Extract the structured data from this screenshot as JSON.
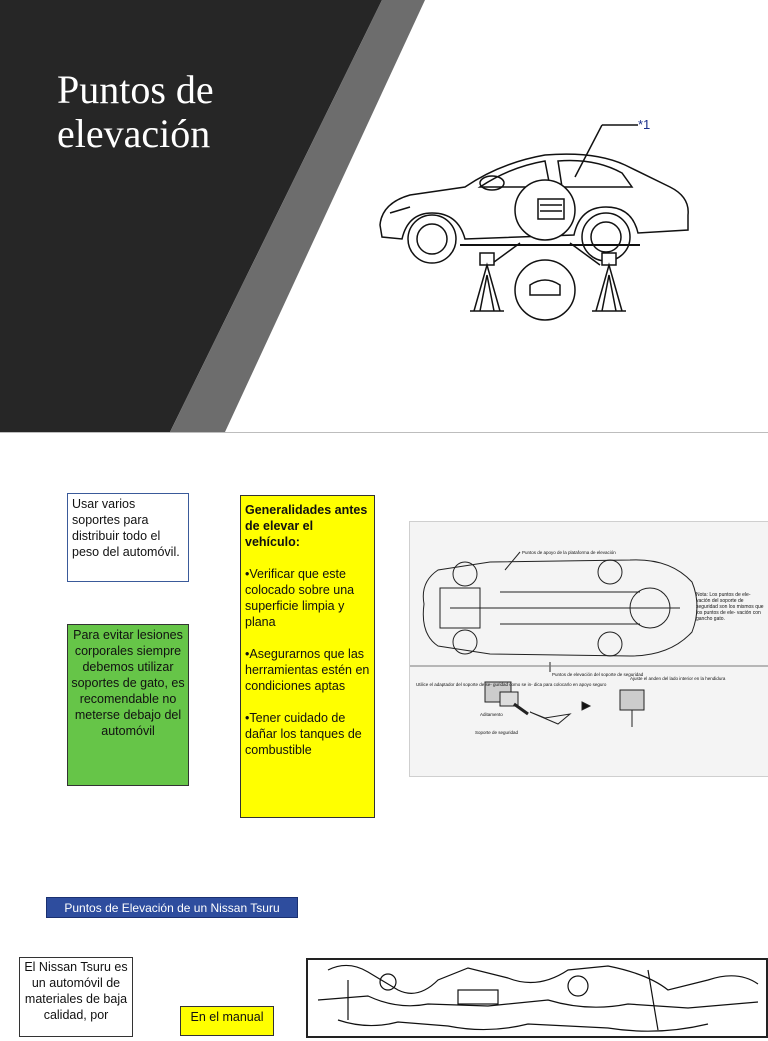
{
  "slide1": {
    "title_line1": "Puntos de",
    "title_line2": "elevación",
    "callout": "*1",
    "colors": {
      "dark": "#262626",
      "stripe": "#6d6d6d"
    }
  },
  "notes": {
    "supports": "Usar varios soportes para distribuir todo el peso del automóvil.",
    "safety": "Para evitar lesiones corporales siempre debemos utilizar soportes de gato, es recomendable no meterse debajo del automóvil",
    "general_title": "Generalidades antes de elevar el vehículo:",
    "general_items": [
      "•Verificar que este colocado sobre una superficie limpia y plana",
      "•Asegurarnos que las herramientas estén en condiciones aptas",
      "•Tener cuidado de dañar los tanques de combustible"
    ]
  },
  "diagram2": {
    "label_top": "Puntos de apoyo de la plataforma de elevación",
    "label_bottom": "Puntos de elevación del soporte de seguridad",
    "note": "Nota: Los puntos de ele- vación del soporte de seguridad son los mismos que los puntos de ele- vación con gancho gato.",
    "label_adjust": "Ajuste el anden del lado interior en la hendidura",
    "label_left": "Utilice el adaptador del soporte de se- guridad como se in- dica para colocarlo en apoyo seguro",
    "label_attach": "Aditamento",
    "label_support": "Soporte de seguridad"
  },
  "section2": {
    "bar_title": "Puntos de Elevación de un Nissan Tsuru",
    "tsuru_text": "El Nissan Tsuru es un automóvil de materiales de baja calidad, por",
    "manual_text": "En el manual"
  }
}
